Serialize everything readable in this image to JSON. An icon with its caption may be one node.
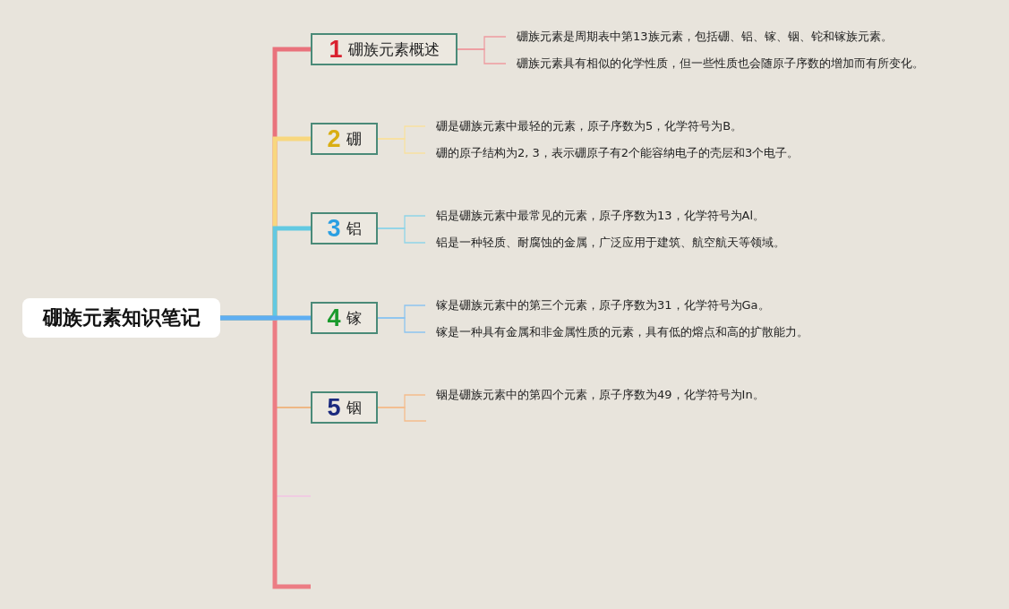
{
  "diagram": {
    "nodes": [
      {
        "text": [
          "硼族元素知识笔记"
        ]
      },
      {
        "text": [
          "1",
          "硼族元素概述"
        ]
      },
      {
        "text": [
          "2",
          "硼"
        ]
      },
      {
        "text": [
          "3",
          "铝"
        ]
      },
      {
        "text": [
          "4",
          "镓"
        ]
      },
      {
        "text": [
          "5",
          "铟"
        ]
      },
      {
        "text": [
          "硼族元素是周期表中第13族元素，包括硼、铝、镓、铟、铊和镓族元素。"
        ]
      },
      {
        "text": [
          "硼族元素具有相似的化学性质，但一些性质也会随原子序数的增加而有所变化。"
        ]
      },
      {
        "text": [
          "硼是硼族元素中最轻的元素，原子序数为5，化学符号为B。"
        ]
      },
      {
        "text": [
          "硼的原子结构为2, 3，表示硼原子有2个能容纳电子的壳层和3个电子。"
        ]
      },
      {
        "text": [
          "铝是硼族元素中最常见的元素，原子序数为13，化学符号为Al。"
        ]
      },
      {
        "text": [
          "铝是一种轻质、耐腐蚀的金属，广泛应用于建筑、航空航天等领域。"
        ]
      },
      {
        "text": [
          "镓是硼族元素中的第三个元素，原子序数为31，化学符号为Ga。"
        ]
      },
      {
        "text": [
          "镓是一种具有金属和非金属性质的元素，具有低的熔点和高的扩散能力。"
        ]
      },
      {
        "text": [
          "铟是硼族元素中的第四个元素，原子序数为49，化学符号为In。"
        ]
      }
    ],
    "edges": [
      {
        "from": 0,
        "to": 1,
        "arrow": "none",
        "style": "thick",
        "color": "#e9727c"
      },
      {
        "from": 0,
        "to": 2,
        "arrow": "none",
        "style": "thick",
        "color": "#f8d77e"
      },
      {
        "from": 0,
        "to": 3,
        "arrow": "none",
        "style": "thick",
        "color": "#62c9e2"
      },
      {
        "from": 0,
        "to": 4,
        "arrow": "none",
        "style": "thick",
        "color": "#5eaef2"
      },
      {
        "from": 0,
        "to": null,
        "arrow": "none",
        "style": "thick",
        "color": "#ec7c84"
      },
      {
        "from": 0,
        "to": 5,
        "arrow": "none",
        "color": "#f0a868"
      },
      {
        "from": 0,
        "to": null,
        "arrow": "none",
        "color": "#f2c4e4"
      },
      {
        "from": 1,
        "to": 6,
        "arrow": "none",
        "color": "#ee9aa0"
      },
      {
        "from": 1,
        "to": 7,
        "arrow": "none",
        "color": "#ee9aa0"
      },
      {
        "from": 2,
        "to": 8,
        "arrow": "none",
        "color": "#f8e0a0"
      },
      {
        "from": 2,
        "to": 9,
        "arrow": "none",
        "color": "#f8e0a0"
      },
      {
        "from": 3,
        "to": 10,
        "arrow": "none",
        "color": "#8fd4e8"
      },
      {
        "from": 3,
        "to": 11,
        "arrow": "none",
        "color": "#8fd4e8"
      },
      {
        "from": 4,
        "to": 12,
        "arrow": "none",
        "color": "#8cc4f0"
      },
      {
        "from": 4,
        "to": 13,
        "arrow": "none",
        "color": "#8cc4f0"
      },
      {
        "from": 5,
        "to": 14,
        "arrow": "none",
        "color": "#f4bc8c"
      },
      {
        "from": 5,
        "to": null,
        "arrow": "none",
        "color": "#f4bc8c"
      }
    ]
  }
}
